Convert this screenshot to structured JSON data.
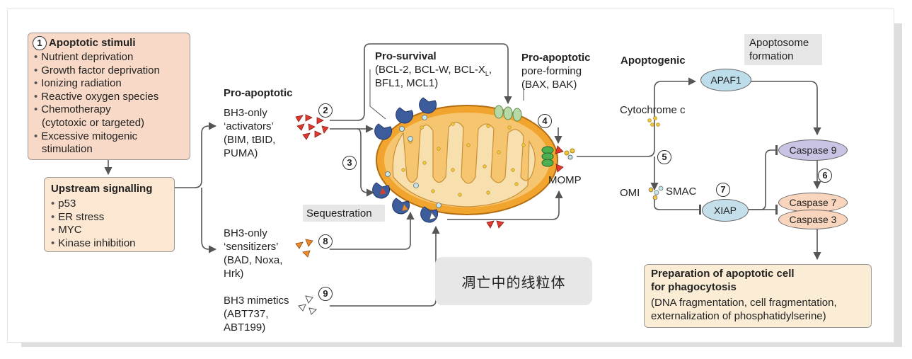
{
  "stimuli": {
    "number": "1",
    "title": "Apoptotic stimuli",
    "items": [
      "Nutrient deprivation",
      "Growth factor deprivation",
      "Ionizing radiation",
      "Reactive oxygen species",
      "Chemotherapy",
      "(cytotoxic or targeted)",
      "Excessive mitogenic",
      "stimulation"
    ]
  },
  "upstream": {
    "title": "Upstream signalling",
    "items": [
      "p53",
      "ER stress",
      "MYC",
      "Kinase inhibition"
    ]
  },
  "pro_apoptotic_left": {
    "title": "Pro-apoptotic",
    "activators": [
      "BH3-only",
      "‘activators’",
      "(BIM, tBID,",
      "PUMA)"
    ],
    "sensitizers": [
      "BH3-only",
      "‘sensitizers’",
      "(BAD, Noxa,",
      "Hrk)"
    ],
    "mimetics": [
      "BH3 mimetics",
      "(ABT737,",
      "ABT199)"
    ]
  },
  "pro_survival": {
    "title": "Pro-survival",
    "line1": "(BCL-2, BCL-W, BCL-X",
    "line1_sub": "L",
    "line1_end": ",",
    "line2": "BFL1, MCL1)"
  },
  "pro_apoptotic_right": {
    "title": "Pro-apoptotic",
    "lines": [
      "pore-forming",
      "(BAX, BAK)"
    ]
  },
  "labels": {
    "sequestration": "Sequestration",
    "momp": "MOMP",
    "apoptogenic": "Apoptogenic",
    "cytochrome_c": "Cytochrome c",
    "apoptosome": [
      "Apoptosome",
      "formation"
    ],
    "apaf1": "APAF1",
    "caspase9": "Caspase 9",
    "caspase7": "Caspase 7",
    "caspase3": "Caspase 3",
    "omi": "OMI",
    "smac": "SMAC",
    "xiap": "XIAP",
    "zh_caption": "凋亡中的线粒体"
  },
  "numbers": {
    "n2": "2",
    "n3": "3",
    "n4": "4",
    "n5": "5",
    "n6": "6",
    "n7": "7",
    "n8": "8",
    "n9": "9"
  },
  "preparation": {
    "title": [
      "Preparation of apoptotic cell",
      "for phagocytosis"
    ],
    "details": [
      "(DNA fragmentation, cell fragmentation,",
      "externalization of phosphatidylserine)"
    ]
  },
  "colors": {
    "stimuli_box": "#f8d9c7",
    "upstream_box": "#fbe7d2",
    "prep_box": "#fbedd5",
    "mito_outer": "#f2a52e",
    "mito_inner": "#f8dfae",
    "activator": "#e03a2f",
    "sensitizer": "#ef8a2c",
    "pro_survival": "#3d5c9c",
    "apaf1": "#bcdde9",
    "caspase9": "#c9c3e4",
    "caspase37": "#f9d5bd",
    "xiap": "#c4dfea",
    "arrow": "#555555"
  }
}
